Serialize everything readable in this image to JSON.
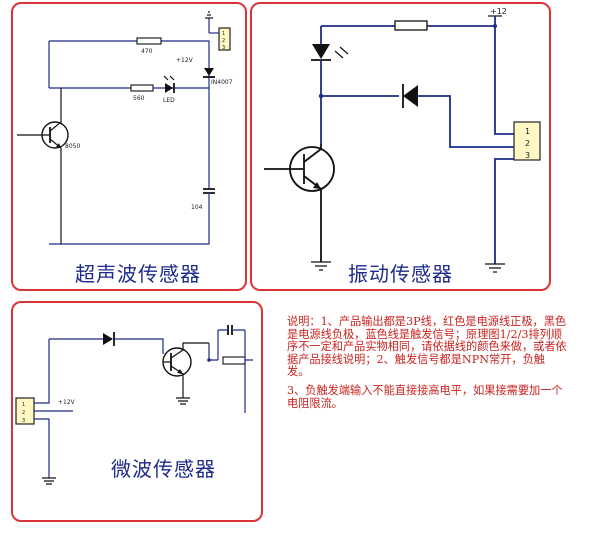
{
  "panels": {
    "ultrasonic": {
      "title": "超声波传感器",
      "labels": {
        "r1": "470",
        "r2": "560",
        "led": "LED",
        "vcc": "+12V",
        "diode": "IN4007",
        "transistor": "8050",
        "cap": "104"
      }
    },
    "vibration": {
      "title": "振动传感器",
      "labels": {
        "vcc": "+12",
        "pin1": "1",
        "pin2": "2",
        "pin3": "3"
      }
    },
    "microwave": {
      "title": "微波传感器",
      "labels": {
        "vcc": "+12V",
        "pin1": "1",
        "pin2": "2",
        "pin3": "3"
      }
    }
  },
  "notes": {
    "paragraph1": "说明：1、产品输出都是3P线，红色是电源线正极，黑色是电源线负极，蓝色线是触发信号；原理图1/2/3排列顺序不一定和产品实物相同，请依据线的颜色来做，或者依据产品接线说明；2、触发信号都是NPN常开，负触发。",
    "paragraph2": "3、负触发端输入不能直接接高电平，如果接需要加一个电阻限流。"
  },
  "colors": {
    "border": "#d9343a",
    "title": "#1d2b8a",
    "notes": "#c8231f",
    "wire": "#1d2b8a"
  }
}
